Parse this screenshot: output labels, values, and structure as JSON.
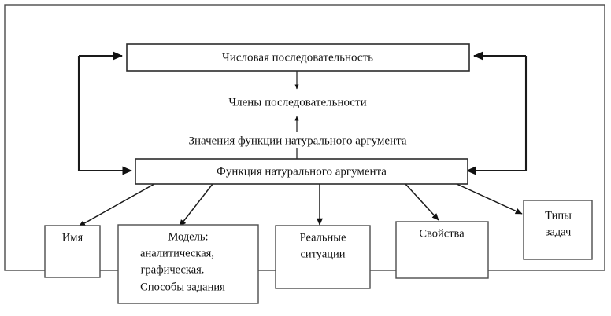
{
  "diagram": {
    "title_nodes": {
      "numeric_sequence": "Числовая последовательность",
      "sequence_members": "Члены последовательности",
      "function_values": "Значения функции натурального аргумента",
      "natural_argument_function": "Функция натурального аргумента"
    },
    "leaf_nodes": {
      "name": "Имя",
      "model_line1": "Модель:",
      "model_line2": "аналитическая,",
      "model_line3": "графическая.",
      "model_line4": "Способы задания",
      "real_line1": "Реальные",
      "real_line2": "ситуации",
      "properties": "Свойства",
      "task_line1": "Типы",
      "task_line2": "задач"
    },
    "colors": {
      "background": "#ffffff",
      "box_stroke": "#4d4d4d",
      "line": "#1a1a1a",
      "text": "#111111"
    }
  }
}
